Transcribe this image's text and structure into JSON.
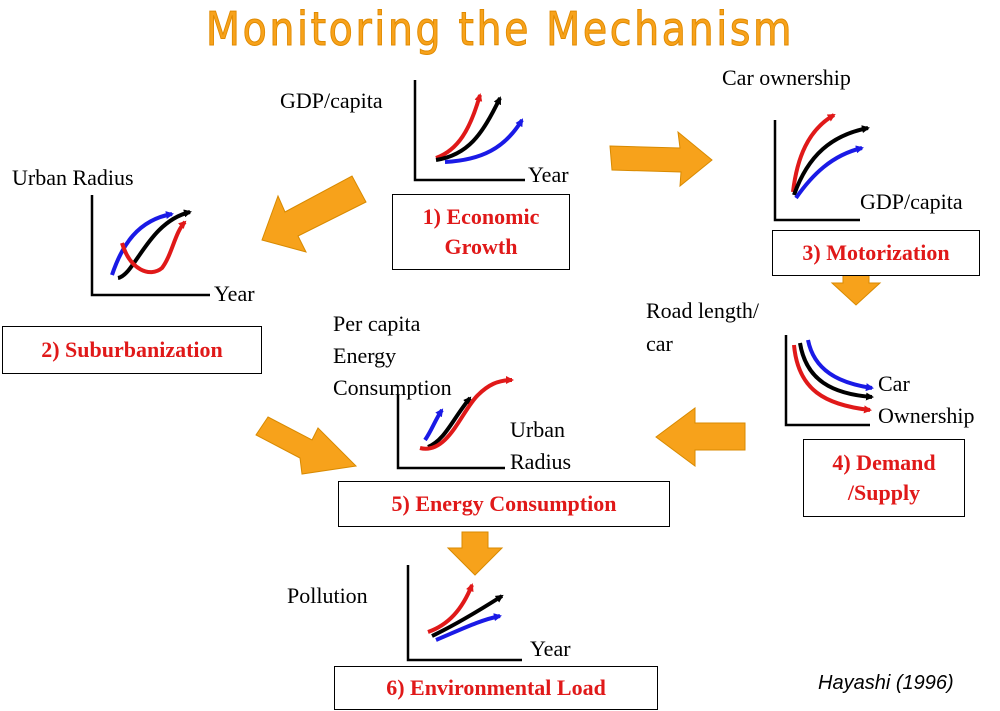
{
  "title": "Monitoring the Mechanism",
  "citation": "Hayashi (1996)",
  "colors": {
    "title": "#F7A21B",
    "arrow": "#F7A21B",
    "box_text": "#E01919",
    "series_red": "#E01919",
    "series_black": "#000000",
    "series_blue": "#1A1AE6"
  },
  "graphs": [
    {
      "box": "1) Economic Growth",
      "y_label": "GDP/capita",
      "x_label": "Year"
    },
    {
      "box": "2) Suburbanization",
      "y_label": "Urban Radius",
      "x_label": "Year"
    },
    {
      "box": "3) Motorization",
      "y_label": "Car ownership",
      "x_label": "GDP/capita"
    },
    {
      "box": "4) Demand /Supply",
      "box_line1": "4) Demand",
      "box_line2": "/Supply",
      "y_label": "Road length/ car",
      "y_line1": "Road length/",
      "y_line2": "car",
      "x_line1": "Car",
      "x_line2": "Ownership"
    },
    {
      "box": "5) Energy Consumption",
      "y_line1": "Per capita",
      "y_line2": "Energy",
      "y_line3": "Consumption",
      "x_line1": "Urban",
      "x_line2": "Radius"
    },
    {
      "box": "6) Environmental Load",
      "y_label": "Pollution",
      "x_label": "Year"
    }
  ]
}
